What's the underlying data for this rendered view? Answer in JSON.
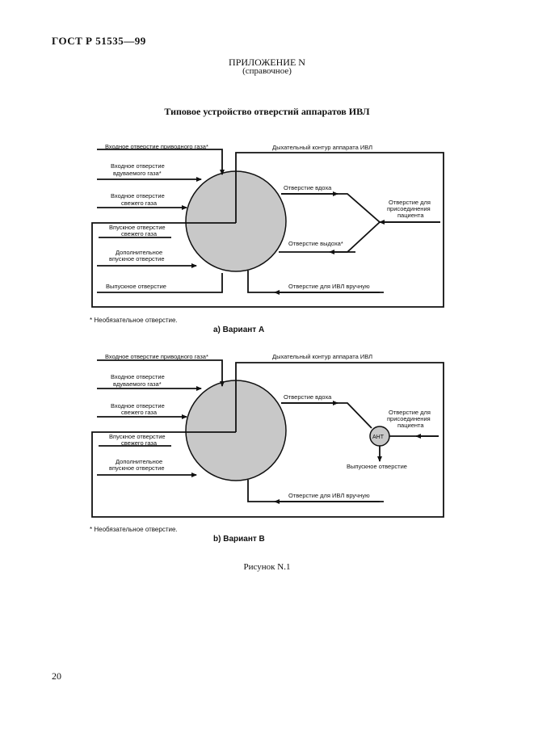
{
  "header": {
    "doc_code": "ГОСТ Р 51535—99",
    "appendix_title": "ПРИЛОЖЕНИЕ N",
    "appendix_type": "(справочное)"
  },
  "figure": {
    "heading": "Типовое устройство отверстий аппаратов ИВЛ",
    "caption": "Рисунок N.1"
  },
  "variant_a": {
    "caption": "а) Вариант А",
    "footnote": "* Необязательное отверстие.",
    "labels": {
      "drive_gas_inlet": "Входное отверстие приводного газа*",
      "blown_gas_inlet": [
        "Входное отверстие",
        "вдуваемого газа*"
      ],
      "fresh_gas_inlet": [
        "Входное отверстие",
        "свежего газа"
      ],
      "fresh_gas_intake": [
        "Впускное отверстие",
        "свежего газа"
      ],
      "extra_intake": [
        "Дополнительное",
        "впускное отверстие"
      ],
      "exhaust": "Выпускное отверстие",
      "breathing_circuit": "Дыхательный контур аппарата ИВЛ",
      "inhale": "Отверстие вдоха",
      "exhale": "Отверстие выдоха*",
      "patient": [
        "Отверстие для",
        "присоединения",
        "пациента"
      ],
      "manual": "Отверстие для ИВЛ вручную"
    }
  },
  "variant_b": {
    "caption": "b) Вариант В",
    "footnote": "* Необязательное отверстие.",
    "valve_label": "АНТ",
    "labels": {
      "drive_gas_inlet": "Входное отверстие приводного газа*",
      "blown_gas_inlet": [
        "Входное отверстие",
        "вдуваемого газа*"
      ],
      "fresh_gas_inlet": [
        "Входное отверстие",
        "свежего газа"
      ],
      "fresh_gas_intake": [
        "Впускное отверстие",
        "свежего газа"
      ],
      "extra_intake": [
        "Дополнительное",
        "впускное отверстие"
      ],
      "breathing_circuit": "Дыхательный контур аппарата ИВЛ",
      "inhale": "Отверстие вдоха",
      "patient": [
        "Отверстие для",
        "присоединения",
        "пациента"
      ],
      "valve_exhaust": "Выпускное отверстие",
      "manual": "Отверстие для ИВЛ вручную"
    }
  },
  "colors": {
    "ink": "#111111",
    "circle_fill": "#c8c8c8",
    "valve_fill": "#c8c8c8"
  }
}
